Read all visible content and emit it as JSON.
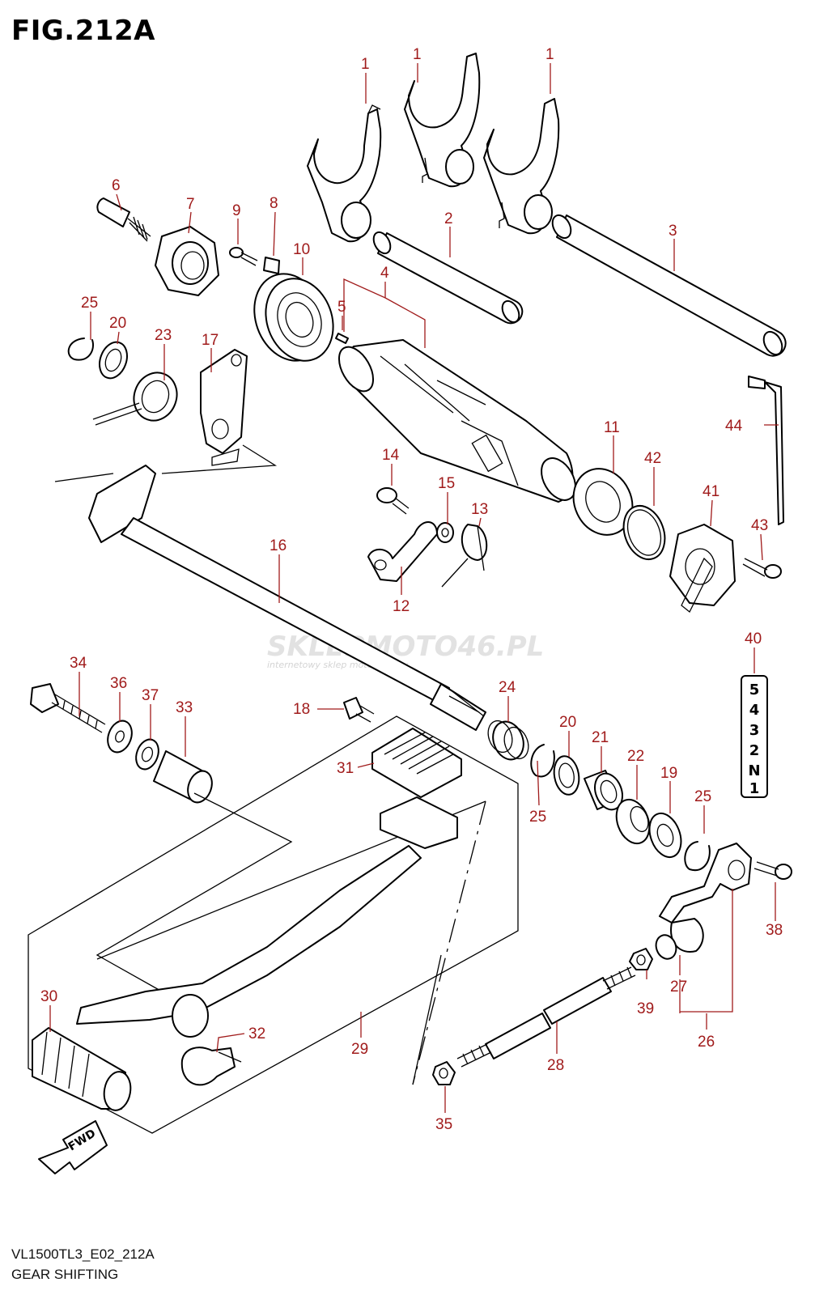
{
  "figure": {
    "title": "FIG.212A",
    "code": "VL1500TL3_E02_212A",
    "name": "GEAR SHIFTING"
  },
  "watermark": {
    "logo_text": "SKLEPMOTO46.PL",
    "tagline": "internetowy sklep motocyklowy"
  },
  "gear_indicator": {
    "callout": "40",
    "positions": [
      "5",
      "4",
      "3",
      "2",
      "N",
      "1"
    ]
  },
  "fwd_label": "FWD",
  "callouts": [
    "1",
    "1",
    "1",
    "2",
    "3",
    "4",
    "5",
    "6",
    "7",
    "8",
    "9",
    "10",
    "11",
    "12",
    "13",
    "14",
    "15",
    "16",
    "17",
    "18",
    "19",
    "20",
    "20",
    "21",
    "22",
    "23",
    "24",
    "25",
    "25",
    "25",
    "26",
    "27",
    "28",
    "29",
    "30",
    "31",
    "32",
    "33",
    "34",
    "35",
    "36",
    "37",
    "38",
    "39",
    "41",
    "42",
    "43",
    "44"
  ]
}
